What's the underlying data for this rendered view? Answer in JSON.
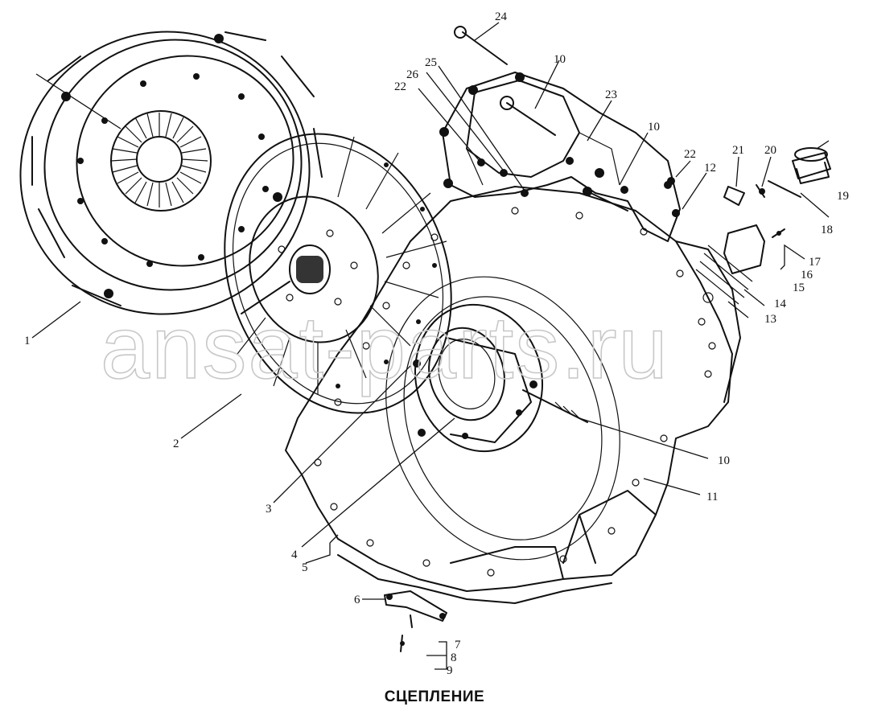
{
  "caption": "СЦЕПЛЕНИЕ",
  "watermark": "ansat-parts.ru",
  "callouts": [
    {
      "id": "c1",
      "label": "1"
    },
    {
      "id": "c2",
      "label": "2"
    },
    {
      "id": "c3",
      "label": "3"
    },
    {
      "id": "c4",
      "label": "4"
    },
    {
      "id": "c5",
      "label": "5"
    },
    {
      "id": "c6",
      "label": "6"
    },
    {
      "id": "c7",
      "label": "7"
    },
    {
      "id": "c8",
      "label": "8"
    },
    {
      "id": "c9",
      "label": "9"
    },
    {
      "id": "c10a",
      "label": "10"
    },
    {
      "id": "c10b",
      "label": "10"
    },
    {
      "id": "c10c",
      "label": "10"
    },
    {
      "id": "c11",
      "label": "11"
    },
    {
      "id": "c12",
      "label": "12"
    },
    {
      "id": "c13",
      "label": "13"
    },
    {
      "id": "c14",
      "label": "14"
    },
    {
      "id": "c15",
      "label": "15"
    },
    {
      "id": "c16",
      "label": "16"
    },
    {
      "id": "c17",
      "label": "17"
    },
    {
      "id": "c18",
      "label": "18"
    },
    {
      "id": "c19",
      "label": "19"
    },
    {
      "id": "c20",
      "label": "20"
    },
    {
      "id": "c21",
      "label": "21"
    },
    {
      "id": "c22a",
      "label": "22"
    },
    {
      "id": "c22b",
      "label": "22"
    },
    {
      "id": "c23",
      "label": "23"
    },
    {
      "id": "c24",
      "label": "24"
    },
    {
      "id": "c25",
      "label": "25"
    },
    {
      "id": "c26",
      "label": "26"
    }
  ],
  "colors": {
    "line": "#111111",
    "background": "#ffffff",
    "watermark": "#c8c8c8"
  }
}
